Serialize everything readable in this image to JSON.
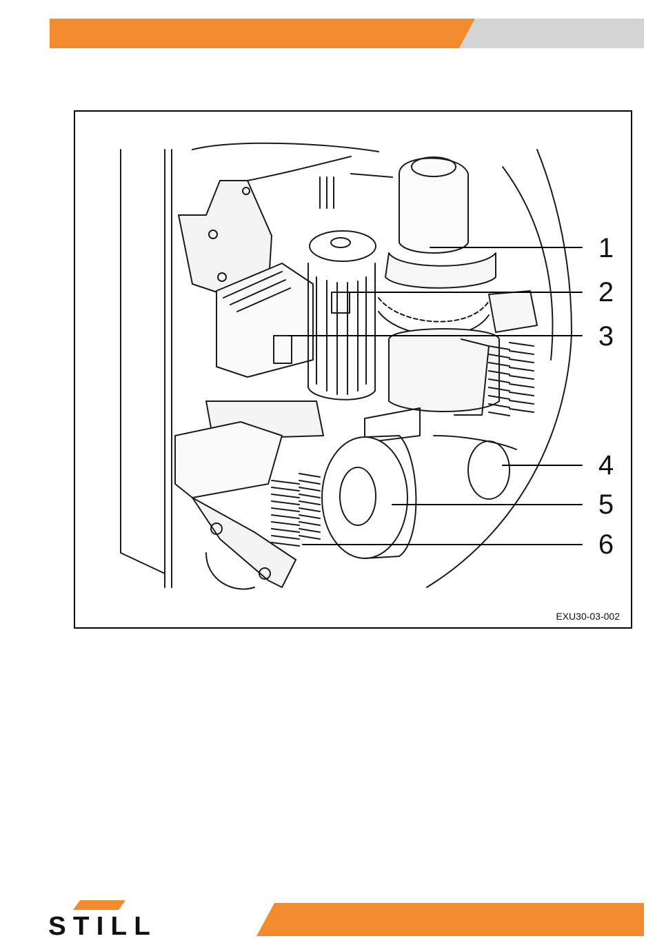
{
  "header": {
    "accent_color": "#F28A2E",
    "secondary_color": "#D4D4D4"
  },
  "figure": {
    "code": "EXU30-03-002",
    "callouts": [
      "1",
      "2",
      "3",
      "4",
      "5",
      "6"
    ]
  },
  "footer": {
    "logo_text": "STILL",
    "logo_color": "#F28A2E",
    "accent_color": "#F28A2E"
  }
}
